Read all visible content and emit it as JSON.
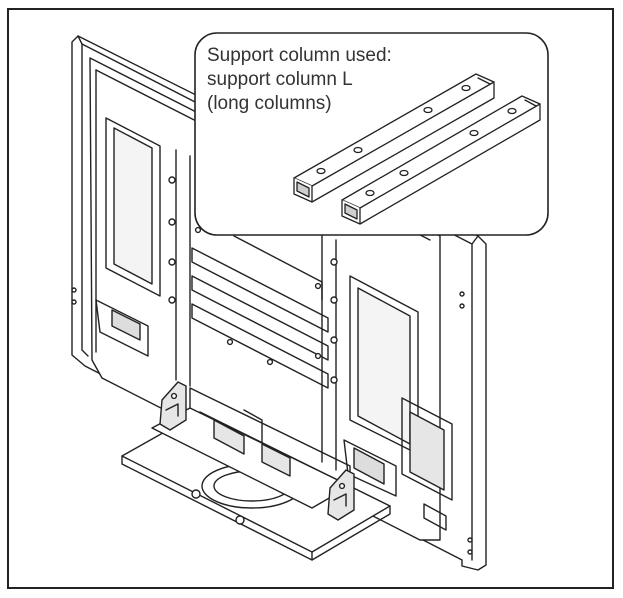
{
  "callout": {
    "line1": "Support column used:",
    "line2": "support column L",
    "line3": "(long columns)"
  },
  "colors": {
    "stroke": "#222222",
    "text": "#333333",
    "fill_light": "#ffffff",
    "fill_shade": "#e6e6e6"
  },
  "icons": [
    "tv-rear-illustration",
    "support-column-illustration"
  ]
}
